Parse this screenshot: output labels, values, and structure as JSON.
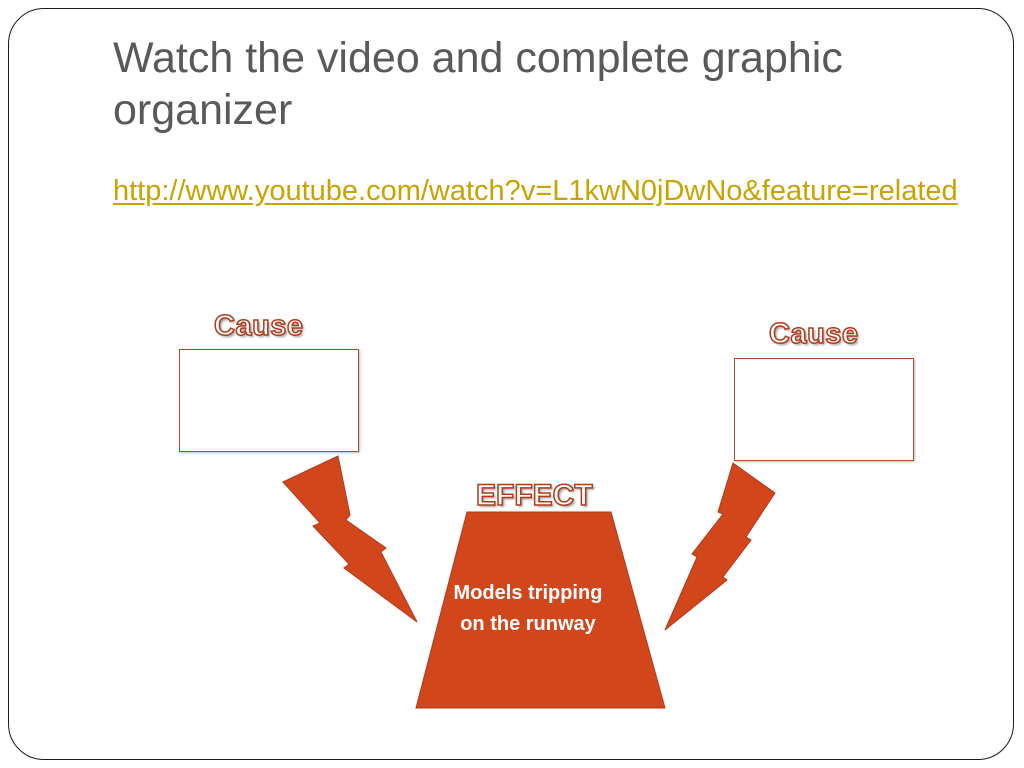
{
  "slide": {
    "title": "Watch the video and complete graphic organizer",
    "link": "http://www.youtube.com/watch?v=L1kwN0jDwNo&feature=related"
  },
  "organizer": {
    "cause_left_label": "Cause",
    "cause_right_label": "Cause",
    "effect_label": "EFFECT",
    "effect_text": "Models tripping on the runway"
  },
  "colors": {
    "title": "#595959",
    "link": "#c8a400",
    "shape_fill": "#d2461c",
    "shape_stroke": "#b03a1c"
  },
  "icons": {
    "left_arrow": "lightning-bolt-icon",
    "right_arrow": "lightning-bolt-icon"
  }
}
